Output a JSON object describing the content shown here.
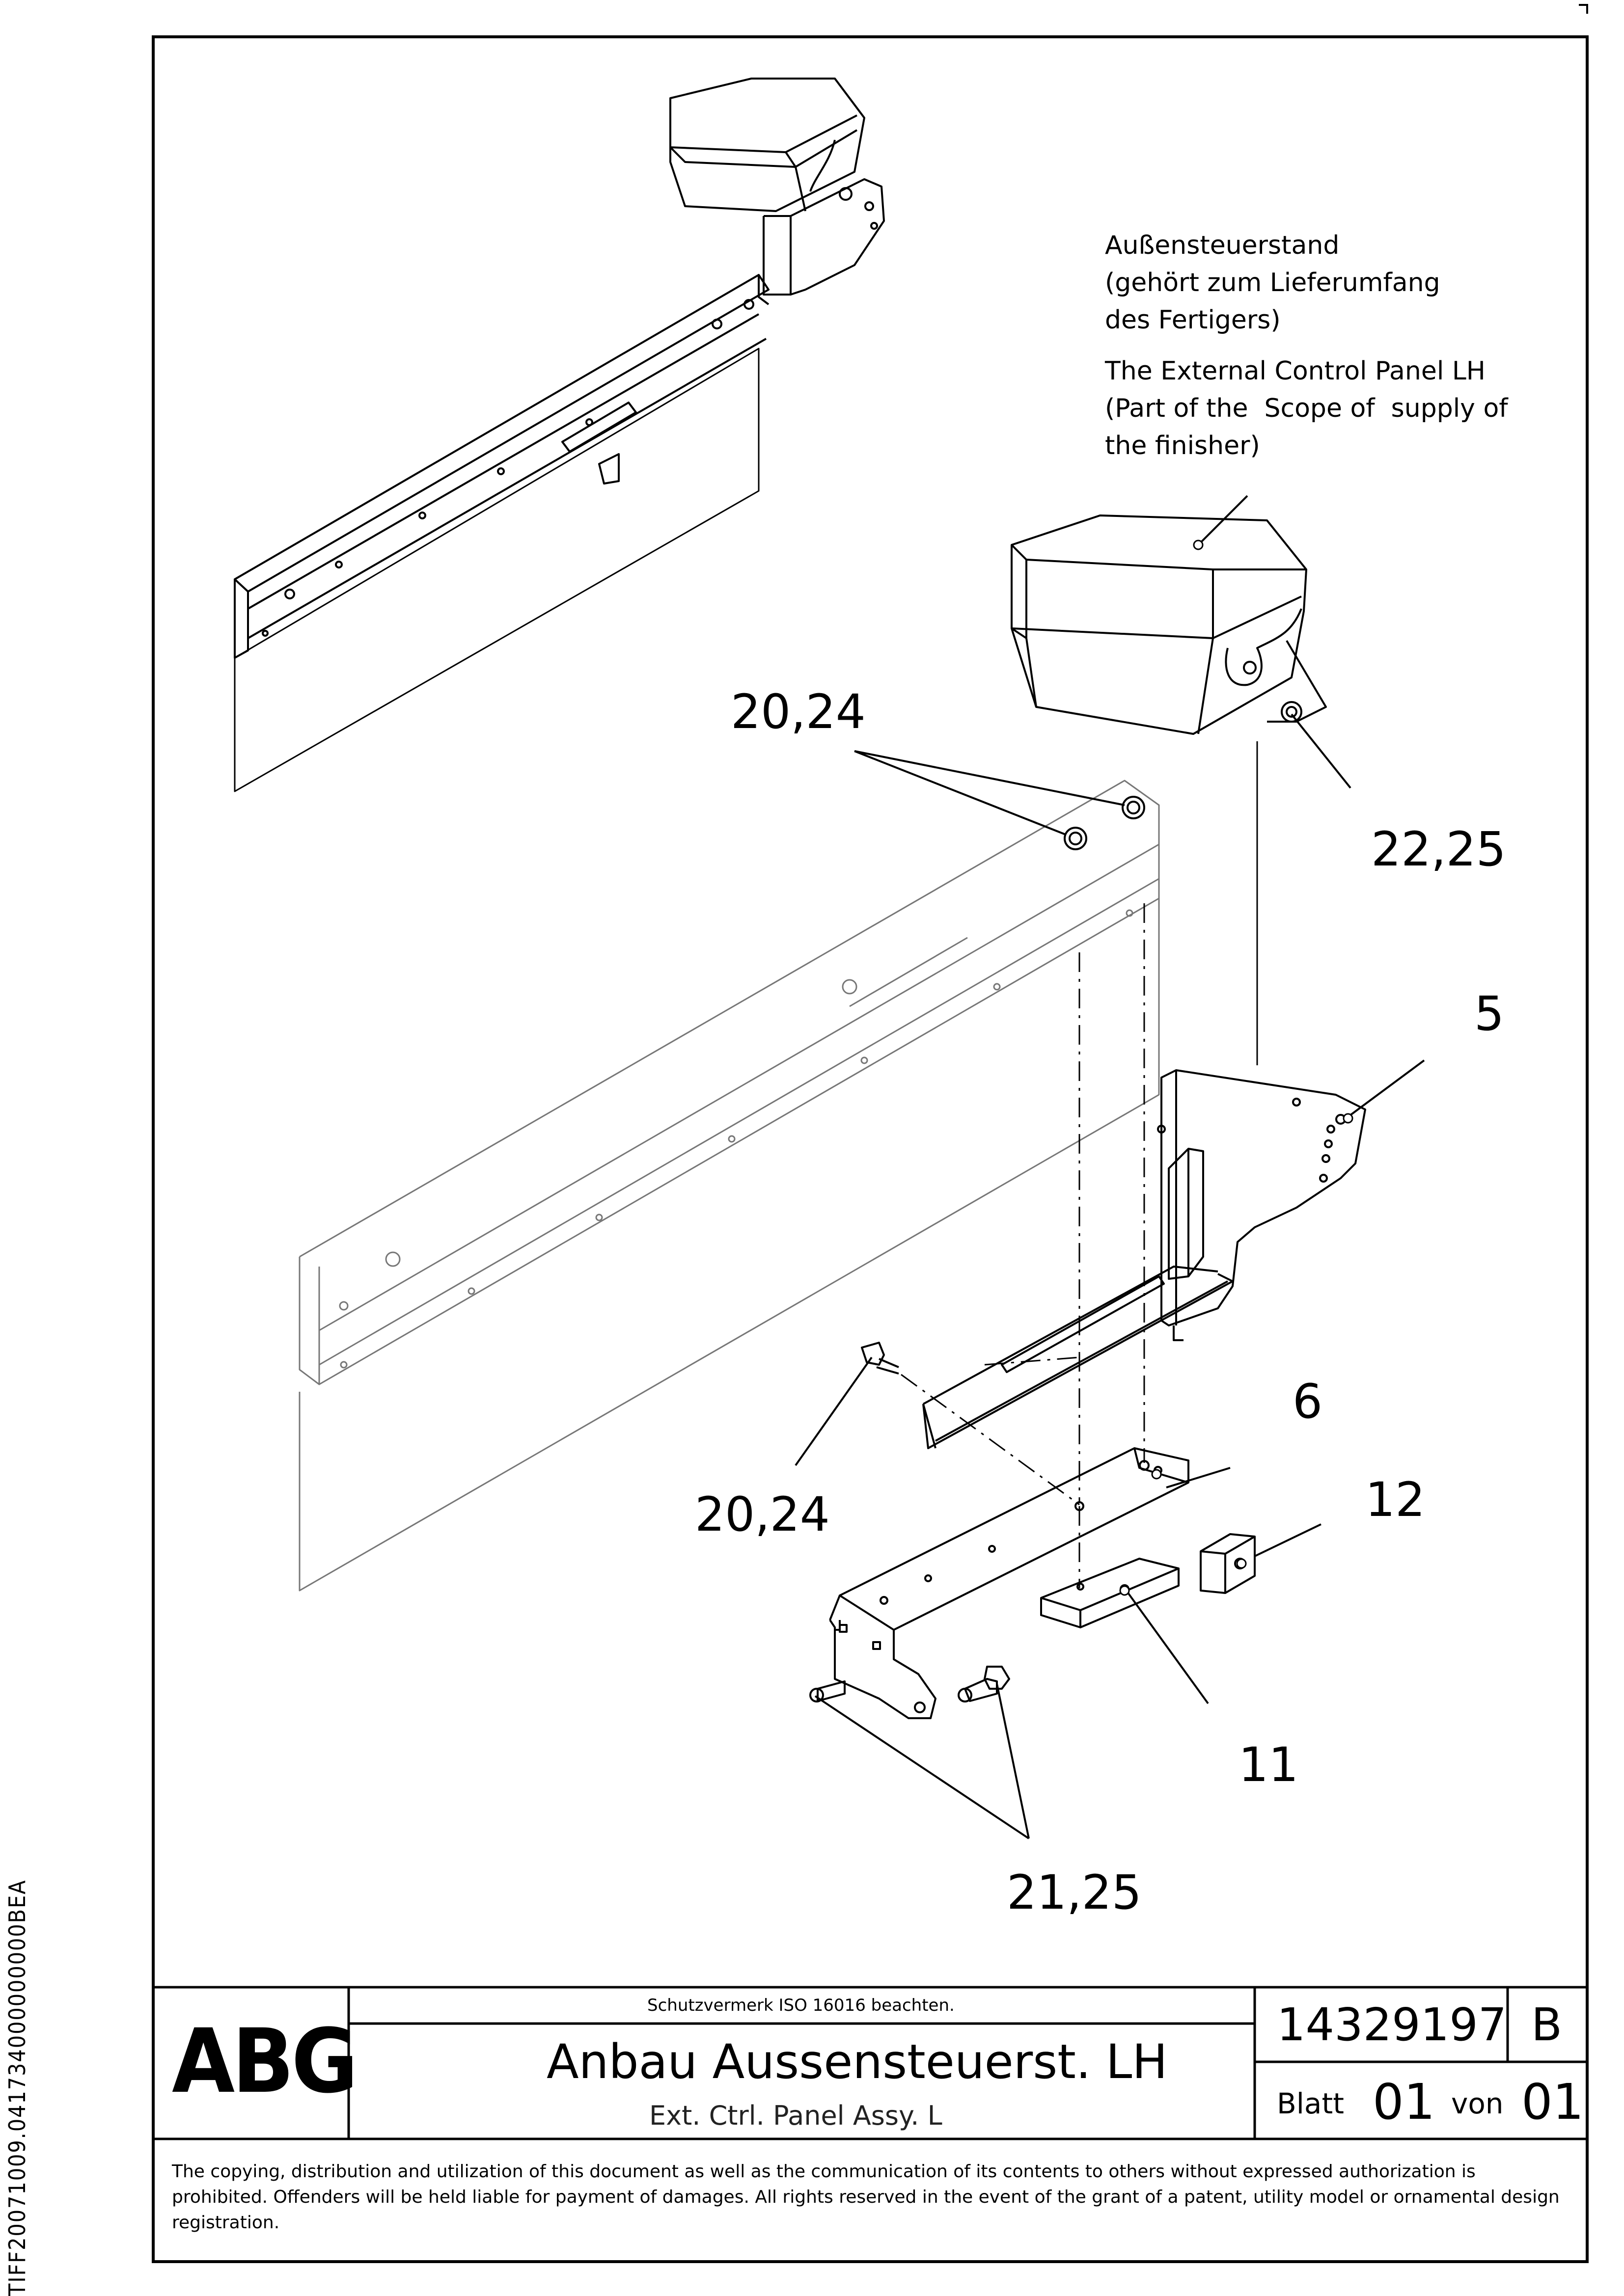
{
  "side_code": "TIFF20071009.041734000000000BEA",
  "notes": {
    "de": "Außensteuerstand\n(gehört zum Lieferumfang\ndes Fertigers)",
    "en": "The External Control Panel LH\n(Part of the  Scope of  supply of\nthe finisher)"
  },
  "callouts": {
    "c1": "20,24",
    "c2": "22,25",
    "c3": "5",
    "c4": "6",
    "c5": "20,24",
    "c6": "12",
    "c7": "11",
    "c8": "21,25"
  },
  "title_block": {
    "logo": "ABG",
    "protection_note": "Schutzvermerk ISO 16016 beachten.",
    "title_de": "Anbau Aussensteuerst. LH",
    "title_en": "Ext. Ctrl. Panel Assy. L",
    "drawing_number": "14329197",
    "revision": "B",
    "sheet_label": "Blatt",
    "sheet": "01",
    "of_label": "von",
    "sheets_total": "01"
  },
  "copyright": "The copying, distribution and utilization of this document as well as the communication of its contents to others without expressed authorization is prohibited. Offenders will be held liable for payment of damages. All rights reserved in the event of the grant of a patent, utility model or ornamental design registration."
}
